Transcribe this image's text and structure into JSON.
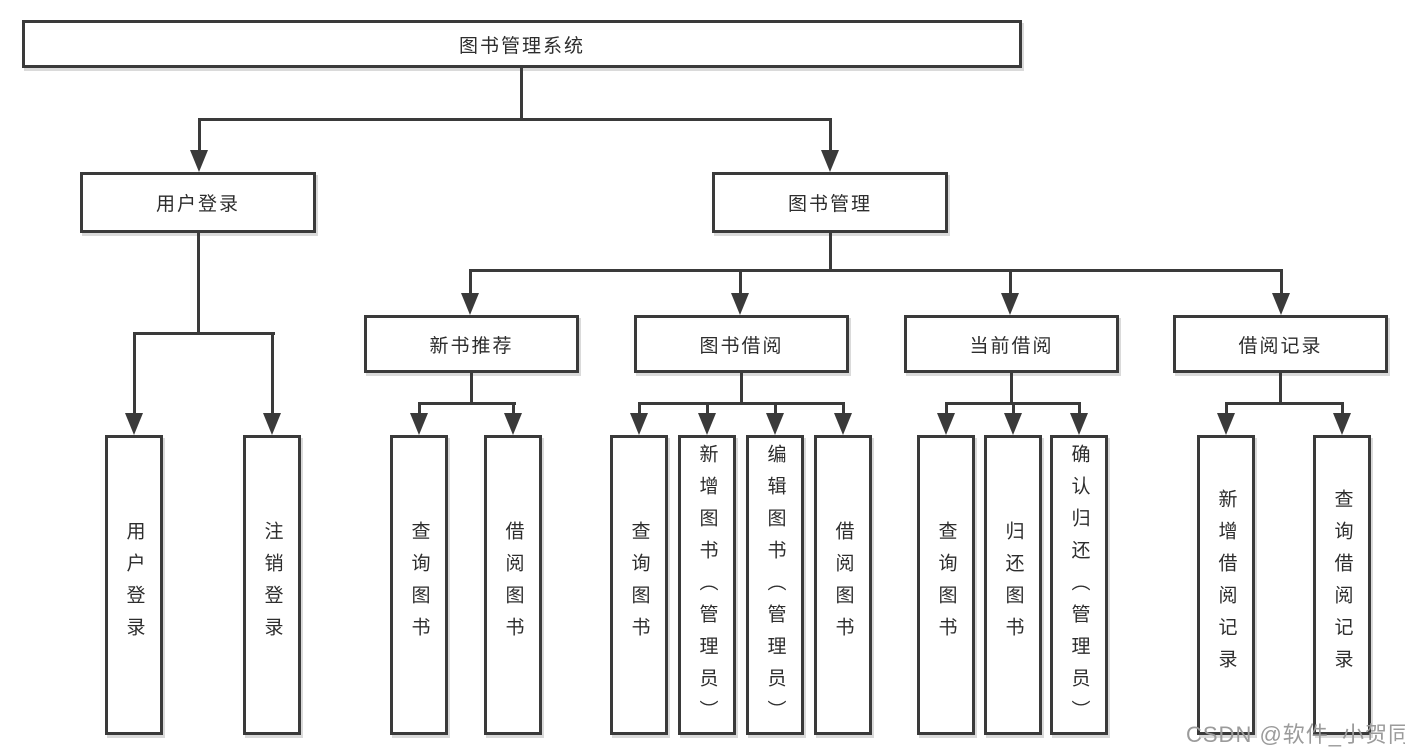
{
  "diagram": {
    "root_label": "图书管理系统",
    "branches": [
      {
        "label": "用户登录"
      },
      {
        "label": "图书管理"
      }
    ],
    "modules": [
      {
        "label": "新书推荐"
      },
      {
        "label": "图书借阅"
      },
      {
        "label": "当前借阅"
      },
      {
        "label": "借阅记录"
      }
    ],
    "leaves": [
      {
        "label": "用户登录",
        "parent": "用户登录"
      },
      {
        "label": "注销登录",
        "parent": "用户登录"
      },
      {
        "label": "查询图书",
        "parent": "新书推荐"
      },
      {
        "label": "借阅图书",
        "parent": "新书推荐"
      },
      {
        "label": "查询图书",
        "parent": "图书借阅"
      },
      {
        "label": "新增图书（管理员）",
        "parent": "图书借阅"
      },
      {
        "label": "编辑图书（管理员）",
        "parent": "图书借阅"
      },
      {
        "label": "借阅图书",
        "parent": "图书借阅"
      },
      {
        "label": "查询图书",
        "parent": "当前借阅"
      },
      {
        "label": "归还图书",
        "parent": "当前借阅"
      },
      {
        "label": "确认归还（管理员）",
        "parent": "当前借阅"
      },
      {
        "label": "新增借阅记录",
        "parent": "借阅记录"
      },
      {
        "label": "查询借阅记录",
        "parent": "借阅记录"
      }
    ]
  },
  "watermark": "CSDN @软件_小贺同学",
  "colors": {
    "line": "#3a3a3a",
    "text": "#2d2d2d",
    "watermark": "#9b9b9b",
    "background": "#ffffff"
  }
}
